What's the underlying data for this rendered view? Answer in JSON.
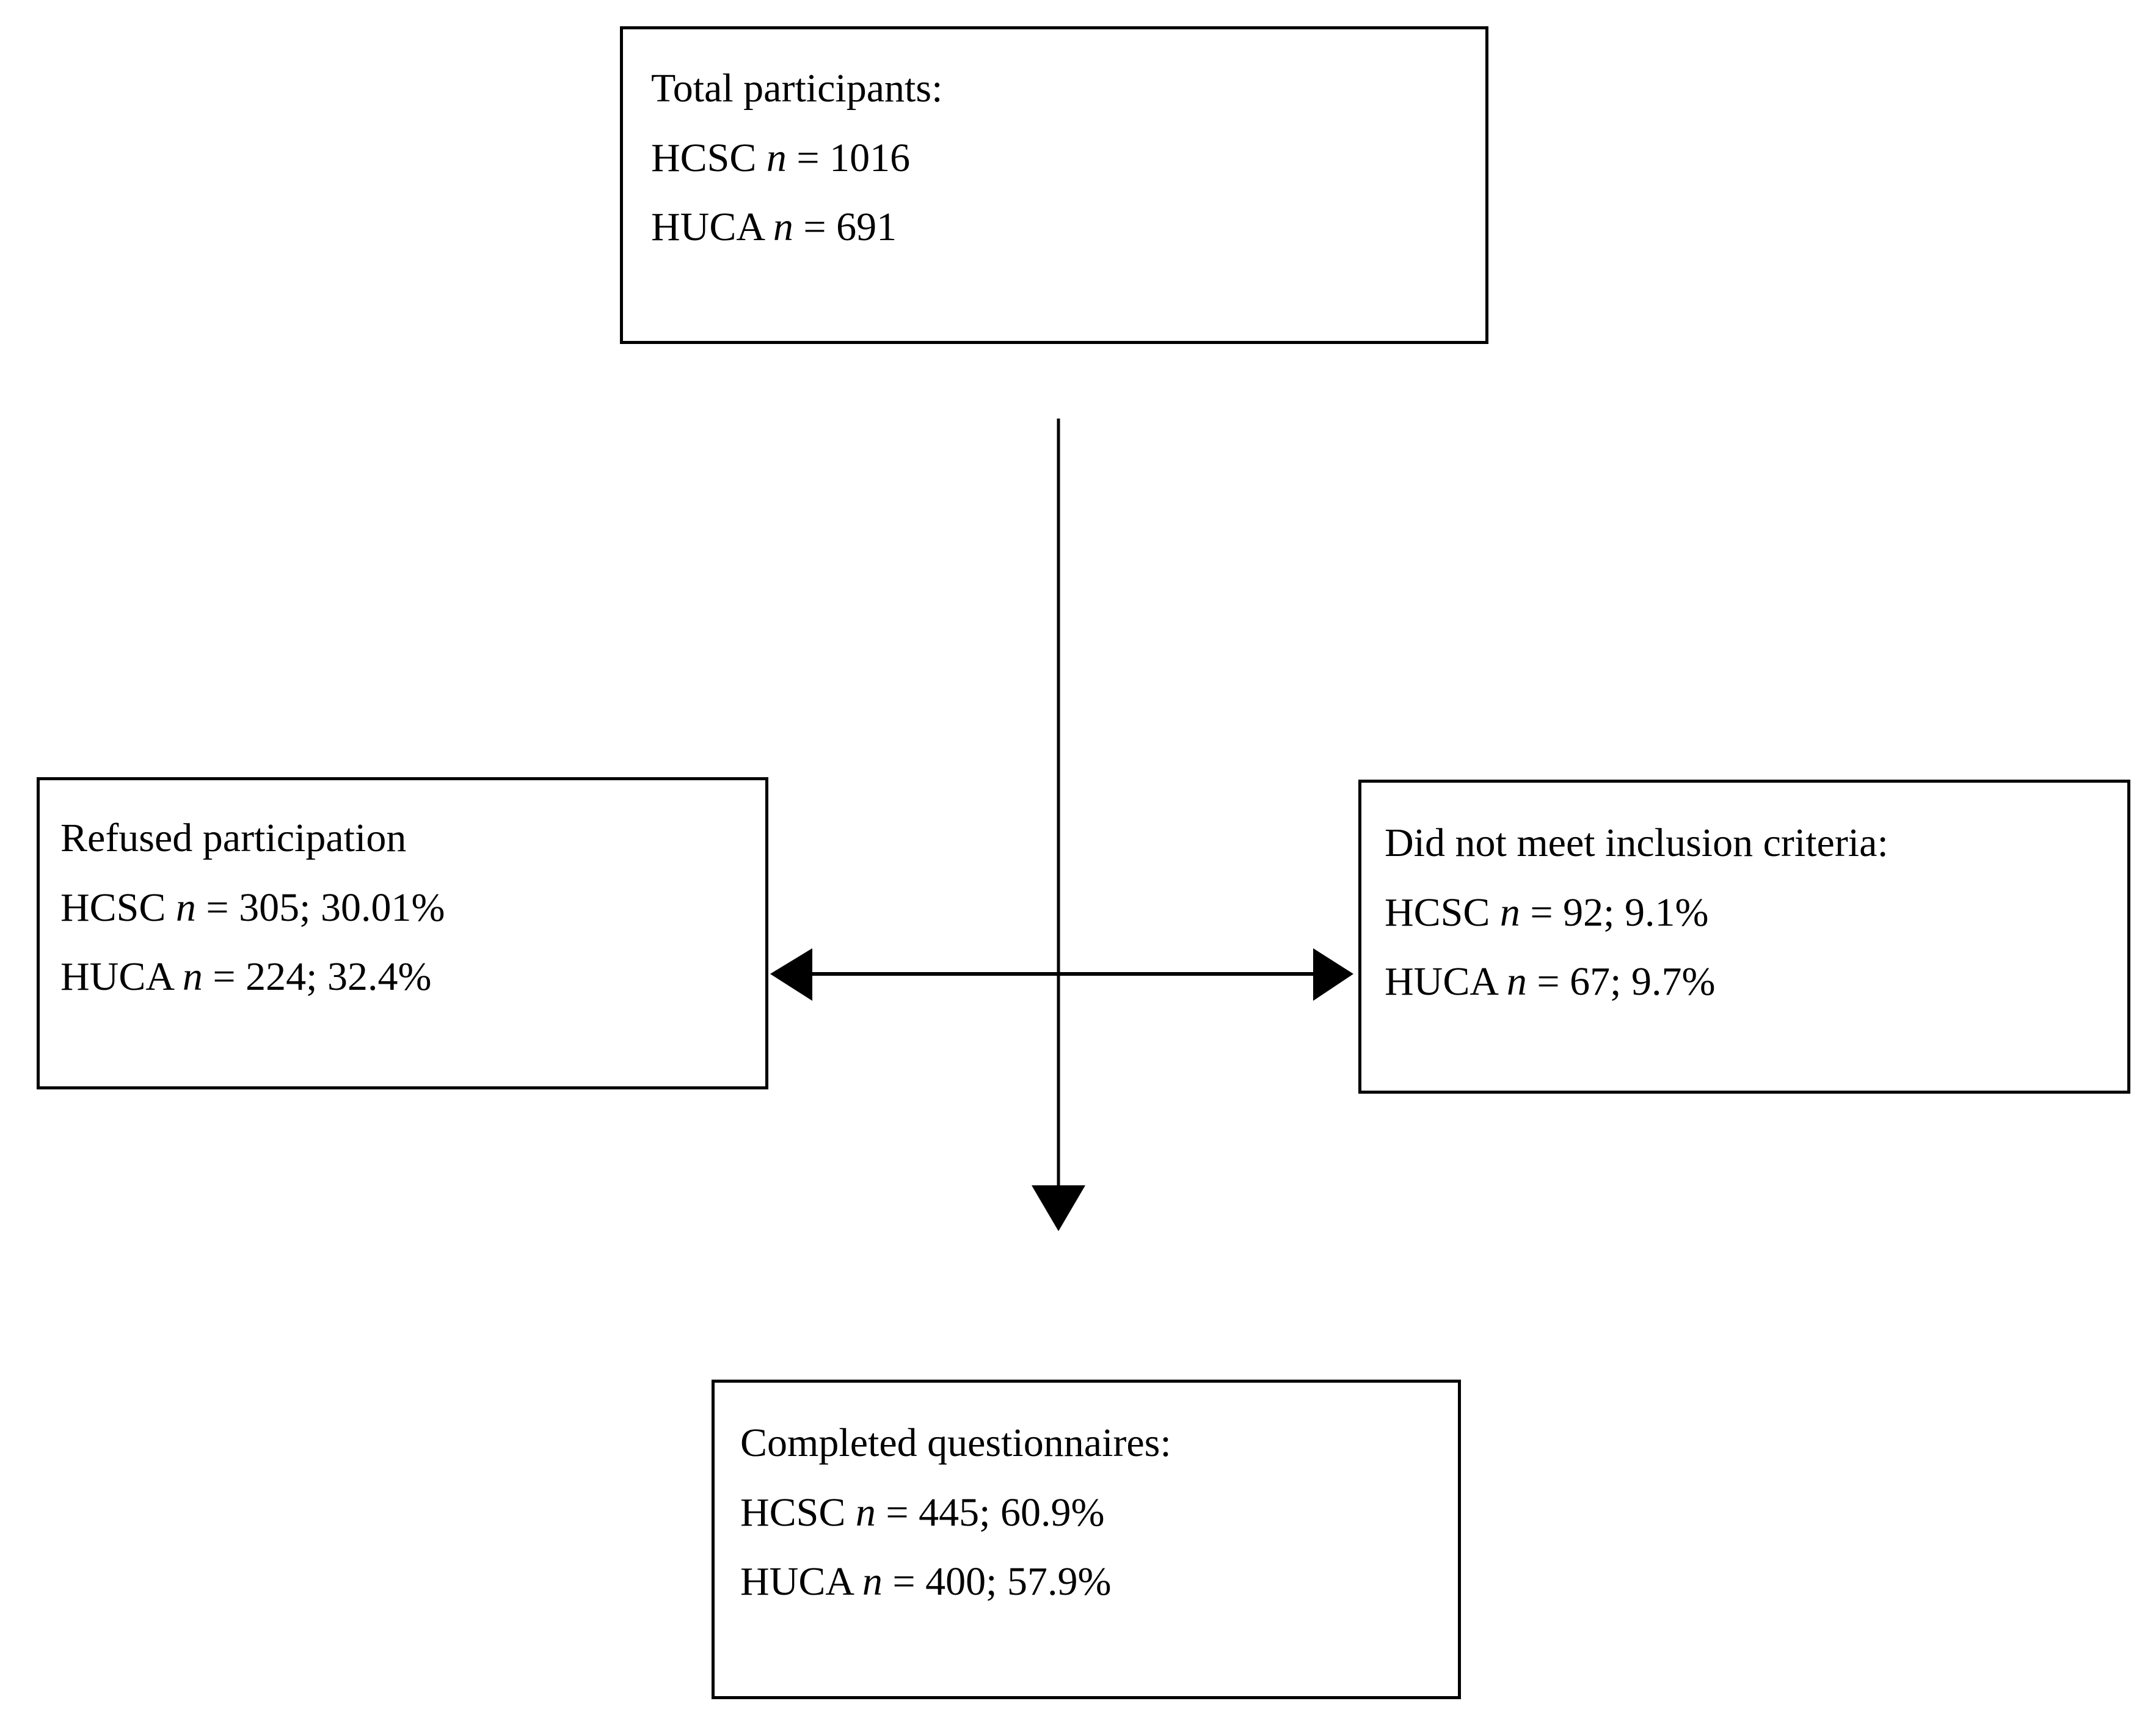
{
  "figure": {
    "type": "flowchart",
    "kind": "participant-flow-diagram",
    "background_color": "#ffffff",
    "line_color": "#000000",
    "text_color": "#000000"
  },
  "boxes": {
    "total": {
      "id": "total-participants",
      "title": "Total participants:",
      "rows": [
        {
          "cohort": "HCSC",
          "stat": "n",
          "eq": "=",
          "value": "1016",
          "text": "HCSC n = 1016"
        },
        {
          "cohort": "HUCA",
          "stat": "n",
          "eq": "=",
          "value": "691",
          "text": "HUCA n = 691"
        }
      ]
    },
    "refused": {
      "id": "refused-participation",
      "title": "Refused participation",
      "rows": [
        {
          "cohort": "HCSC",
          "stat": "n",
          "eq": "=",
          "value": "305",
          "percent": "30.01%",
          "text": "HCSC n = 305; 30.01%"
        },
        {
          "cohort": "HUCA",
          "stat": "n",
          "eq": "=",
          "value": "224",
          "percent": "32.4%",
          "text": "HUCA n = 224; 32.4%"
        }
      ]
    },
    "inclusion": {
      "id": "did-not-meet-inclusion-criteria",
      "title": "Did not meet inclusion criteria:",
      "rows": [
        {
          "cohort": "HCSC",
          "stat": "n",
          "eq": "=",
          "value": "92",
          "percent": "9.1%",
          "text": "HCSC n = 92; 9.1%"
        },
        {
          "cohort": "HUCA",
          "stat": "n",
          "eq": "=",
          "value": "67",
          "percent": "9.7%",
          "text": "HUCA n = 67; 9.7%"
        }
      ]
    },
    "completed": {
      "id": "completed-questionnaires",
      "title": "Completed questionnaires:",
      "rows": [
        {
          "cohort": "HCSC",
          "stat": "n",
          "eq": "=",
          "value": "445",
          "percent": "60.9%",
          "text": "HCSC n = 445; 60.9%"
        },
        {
          "cohort": "HUCA",
          "stat": "n",
          "eq": "=",
          "value": "400",
          "percent": "57.9%",
          "text": "HUCA n = 400; 57.9%"
        }
      ]
    }
  },
  "connectors": {
    "vertical": {
      "name": "total-to-completed-arrow",
      "direction": "down",
      "from": "total",
      "to": "completed"
    },
    "horizontal": {
      "name": "exclusions-double-arrow",
      "direction": "both",
      "left_target": "refused",
      "right_target": "inclusion"
    }
  }
}
